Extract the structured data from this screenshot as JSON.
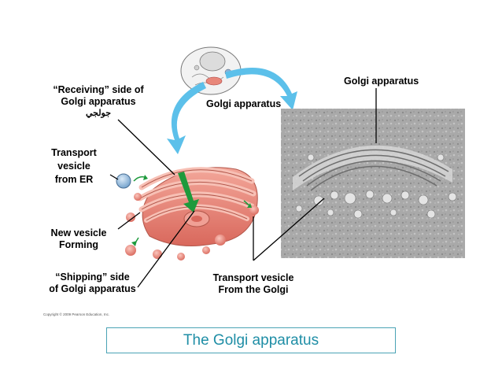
{
  "labels": {
    "receiving_line1": "“Receiving” side of",
    "receiving_line2": "Golgi apparatus",
    "receiving_arabic": "جولجي",
    "golgi_center": "Golgi apparatus",
    "golgi_top_right": "Golgi apparatus",
    "transport_from_er_1": "Transport",
    "transport_from_er_2": "vesicle",
    "transport_from_er_3": "from ER",
    "new_vesicle_1": "New vesicle",
    "new_vesicle_2": "Forming",
    "shipping_1": "“Shipping” side",
    "shipping_2": "of Golgi apparatus",
    "transport_from_golgi_1": "Transport vesicle",
    "transport_from_golgi_2": "From the Golgi"
  },
  "copyright": "Copyright © 2009 Pearson Education, Inc.",
  "caption": "The Golgi apparatus",
  "colors": {
    "arrow_blue": "#5cc0ea",
    "golgi_pink": "#e8877a",
    "green_arrow": "#1e9a3c",
    "caption_text": "#1f8ea6",
    "caption_border": "#4aa3b5"
  }
}
